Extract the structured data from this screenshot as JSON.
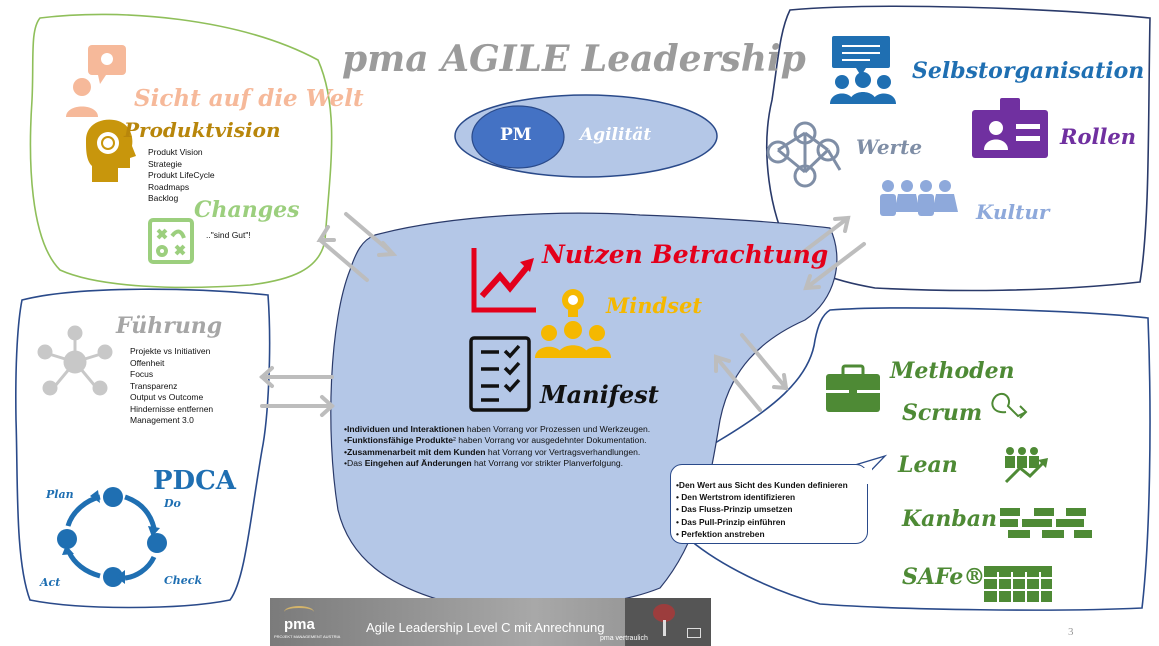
{
  "title": "pma AGILE Leadership",
  "ellipse": {
    "pm": "PM",
    "agility": "Agilität"
  },
  "top_left": {
    "sicht": "Sicht auf die Welt",
    "produktvision": "Produktvision",
    "produktvision_items": [
      "Produkt Vision",
      "Strategie",
      "Produkt LifeCycle",
      "Roadmaps",
      "Backlog"
    ],
    "changes": "Changes",
    "changes_note": "..\"sind Gut\"!"
  },
  "left": {
    "fuehrung": "Führung",
    "fuehrung_items": [
      "Projekte vs Initiativen",
      "Offenheit",
      "Focus",
      "Transparenz",
      "Output vs Outcome",
      "Hindernisse entfernen",
      "Management 3.0"
    ],
    "pdca": "PDCA",
    "plan": "Plan",
    "do": "Do",
    "check": "Check",
    "act": "Act"
  },
  "center": {
    "nutzen": "Nutzen Betrachtung",
    "mindset": "Mindset",
    "manifest": "Manifest",
    "manifest_lines": [
      {
        "bold": "•Individuen und Interaktionen",
        "rest": " haben Vorrang vor Prozessen und Werkzeugen."
      },
      {
        "bold": "•Funktionsfähige Produkte",
        "rest": "² haben Vorrang vor ausgedehnter Dokumentation."
      },
      {
        "bold": "•Zusammenarbeit mit dem Kunden",
        "rest": " hat Vorrang vor Vertragsverhandlungen."
      },
      {
        "bold": "",
        "pre": "•Das ",
        "mid": "Eingehen auf Änderungen",
        "rest": " hat Vorrang vor strikter Planverfolgung."
      }
    ]
  },
  "top_right": {
    "selbst": "Selbstorganisation",
    "werte": "Werte",
    "rollen": "Rollen",
    "kultur": "Kultur"
  },
  "bottom_right": {
    "methoden": "Methoden",
    "scrum": "Scrum",
    "lean": "Lean",
    "kanban": "Kanban",
    "safe": "SAFe®",
    "lean_items": [
      "•Den Wert aus Sicht des Kunden definieren",
      "• Den Wertstrom identifizieren",
      "• Das Fluss-Prinzip umsetzen",
      "• Das Pull-Prinzip einführen",
      "• Perfektion anstreben"
    ]
  },
  "footer": {
    "logo": "pma",
    "logo_sub": "PROJEKT MANAGEMENT AUSTRIA",
    "text": "Agile Leadership Level C mit Anrechnung",
    "conf": "pma vertraulich",
    "page": "3"
  },
  "colors": {
    "green": "#4e8a35",
    "blue": "#1f6fb2",
    "purple": "#7030a0",
    "red": "#e3001b",
    "yellow": "#f5b800",
    "peach": "#f6b99a",
    "gold": "#b8860b",
    "lightgreen": "#9ccf7e",
    "lightblue": "#8ea9db",
    "bigshape": "#b4c7e7",
    "gray": "#a6a6a6"
  }
}
